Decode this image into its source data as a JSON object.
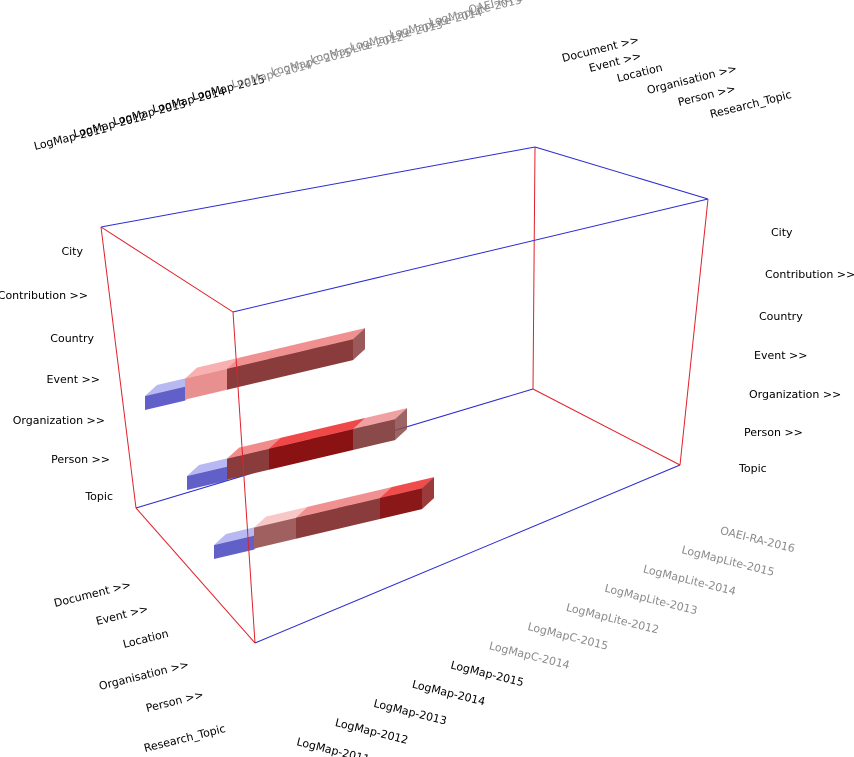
{
  "chart_data": {
    "type": "3d-bar",
    "title": "",
    "colors": {
      "box_red": "#e0202a",
      "box_blue": "#2a2ad0",
      "bar_blue_front": "#5a5ac8",
      "bar_blue_top": "#b4b4f0",
      "label_dark": "#000000",
      "label_dim": "#8a8a8a"
    },
    "x_categories": [
      "LogMap-2011",
      "LogMap-2012",
      "LogMap-2013",
      "LogMap-2014",
      "LogMap-2015",
      "LogMapC-2014",
      "LogMapC-2015",
      "LogMapLite-2012",
      "LogMapLite-2013",
      "LogMapLite-2014",
      "LogMapLite-2015",
      "OAEI-RA-2016"
    ],
    "x_dim_from": 5,
    "y_categories_left": [
      "City",
      "Contribution >>",
      "Country",
      "Event >>",
      "Organization >>",
      "Person >>",
      "Topic"
    ],
    "y_categories_right": [
      "City",
      "Contribution >>",
      "Country",
      "Event >>",
      "Organization >>",
      "Person >>",
      "Topic"
    ],
    "z_categories": [
      "Document >>",
      "Event >>",
      "Location",
      "Organisation >>",
      "Person >>",
      "Research_Topic"
    ],
    "series": [
      {
        "cells": [
          {
            "x": 0,
            "color": "#6060c8",
            "top": "#b8b8f2"
          },
          {
            "x": 1,
            "color": "#e89090",
            "top": "#f8b0b0"
          },
          {
            "x": 2,
            "color": "#8a3c3c",
            "top": "#f09090"
          },
          {
            "x": 3,
            "color": "#8a3c3c",
            "top": "#f09090"
          },
          {
            "x": 4,
            "color": "#8a3c3c",
            "top": "#f09090"
          }
        ]
      },
      {
        "cells": [
          {
            "x": 0,
            "color": "#6060c8",
            "top": "#b8b8f2"
          },
          {
            "x": 1,
            "color": "#8a3c3c",
            "top": "#f08c8c"
          },
          {
            "x": 2,
            "color": "#8a1212",
            "top": "#f04848"
          },
          {
            "x": 3,
            "color": "#8a1212",
            "top": "#f04848"
          },
          {
            "x": 4,
            "color": "#8a4a4a",
            "top": "#f0a0a0"
          }
        ]
      },
      {
        "cells": [
          {
            "x": 0,
            "color": "#6060c8",
            "top": "#b8b8f2"
          },
          {
            "x": 1,
            "color": "#a06060",
            "top": "#f8c8c8"
          },
          {
            "x": 2,
            "color": "#8a3c3c",
            "top": "#f09090"
          },
          {
            "x": 3,
            "color": "#8a3c3c",
            "top": "#f09090"
          },
          {
            "x": 4,
            "color": "#8a1818",
            "top": "#f04c4c"
          }
        ]
      }
    ]
  }
}
